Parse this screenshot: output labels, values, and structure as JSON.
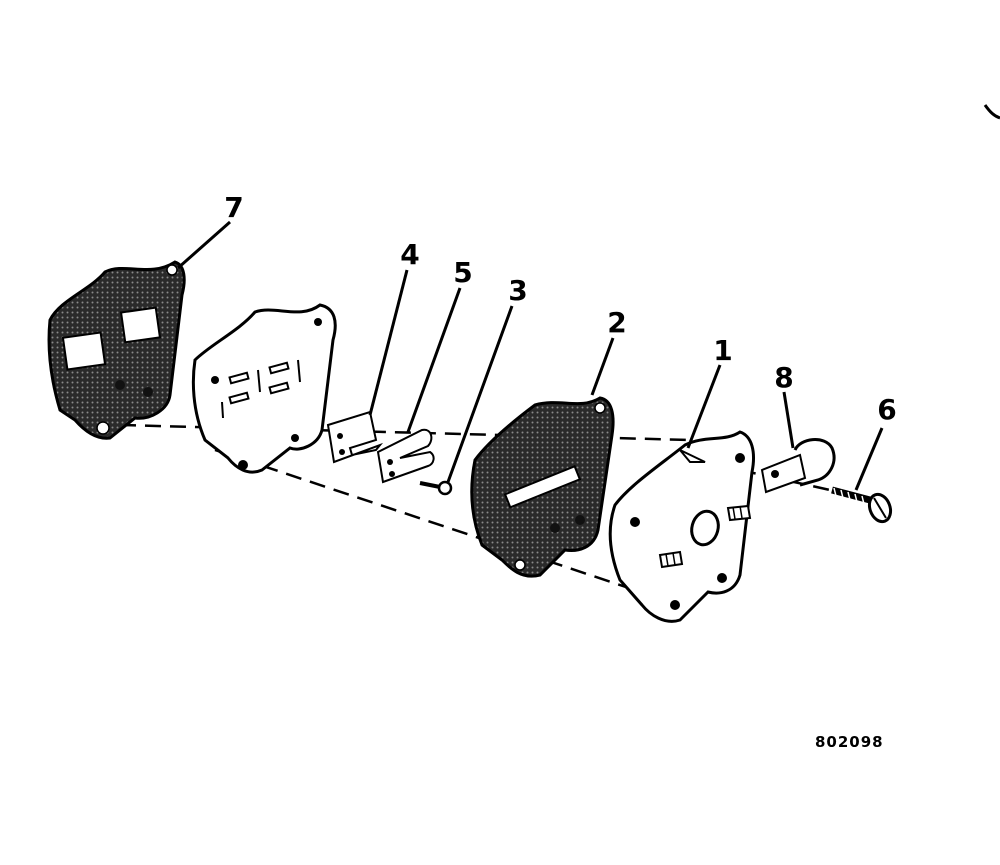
{
  "figure": {
    "part_code": "802098",
    "callouts": [
      {
        "id": "7",
        "label": "7"
      },
      {
        "id": "4",
        "label": "4"
      },
      {
        "id": "5",
        "label": "5"
      },
      {
        "id": "3",
        "label": "3"
      },
      {
        "id": "2",
        "label": "2"
      },
      {
        "id": "1",
        "label": "1"
      },
      {
        "id": "8",
        "label": "8"
      },
      {
        "id": "6",
        "label": "6"
      }
    ]
  }
}
